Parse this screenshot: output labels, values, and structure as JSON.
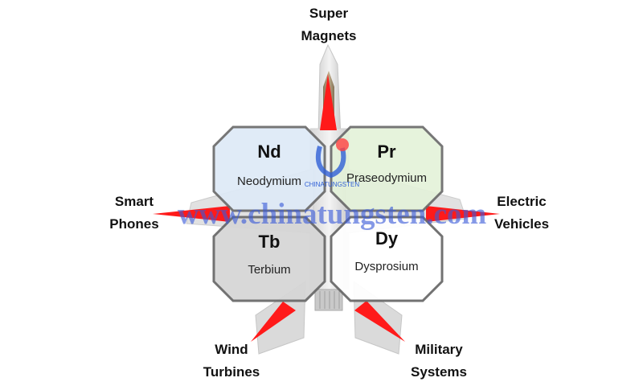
{
  "elements": [
    {
      "symbol": "Nd",
      "name": "Neodymium",
      "fill": "#deeaf7"
    },
    {
      "symbol": "Pr",
      "name": "Praseodymium",
      "fill": "#e4f2da"
    },
    {
      "symbol": "Tb",
      "name": "Terbium",
      "fill": "#d6d6d6"
    },
    {
      "symbol": "Dy",
      "name": "Dysprosium",
      "fill": "#ffffff"
    }
  ],
  "applications": {
    "super_magnets": {
      "line1": "Super",
      "line2": "Magnets"
    },
    "smart_phones": {
      "line1": "Smart",
      "line2": "Phones"
    },
    "electric_vehicles": {
      "line1": "Electric",
      "line2": "Vehicles"
    },
    "wind_turbines": {
      "line1": "Wind",
      "line2": "Turbines"
    },
    "military_systems": {
      "line1": "Military",
      "line2": "Systems"
    }
  },
  "watermark": {
    "text": "www.chinatungsten.com",
    "logo_text": "CHINATUNGSTEN"
  },
  "colors": {
    "arrow": "#ff1a1a",
    "octagon_stroke": "#6b6b6b",
    "watermark": "#3a5bd8"
  }
}
